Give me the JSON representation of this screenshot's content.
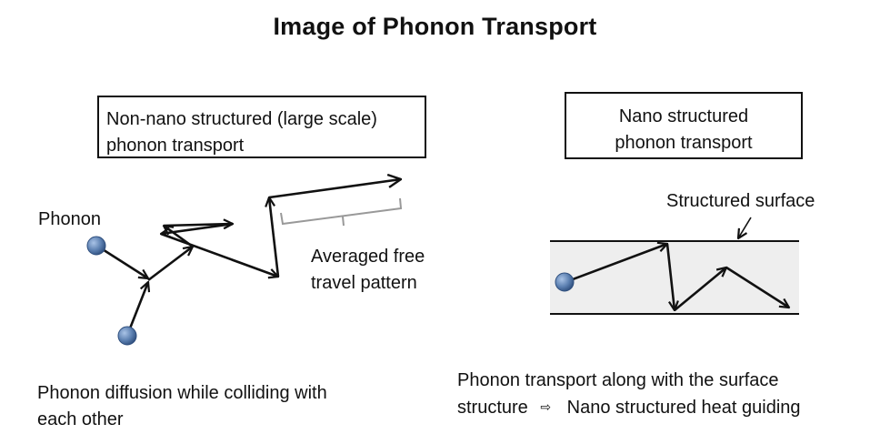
{
  "title": "Image of Phonon Transport",
  "left_panel": {
    "box_line1": "Non-nano structured (large scale)",
    "box_line2": "phonon transport",
    "phonon_label": "Phonon",
    "averaged_line1": "Averaged free",
    "averaged_line2": "travel pattern",
    "caption_line1": "Phonon diffusion while colliding with",
    "caption_line2": "each other"
  },
  "right_panel": {
    "box_line1": "Nano structured",
    "box_line2": "phonon transport",
    "surface_label": "Structured surface",
    "caption_line1": "Phonon transport along with the surface",
    "caption_line2_a": "structure",
    "caption_arrow": "⇨",
    "caption_line2_b": "Nano structured heat guiding"
  },
  "colors": {
    "phonon_ball": "#5b7fb0",
    "channel_fill": "#eeeeee",
    "bracket": "#999999",
    "line": "#111111"
  }
}
